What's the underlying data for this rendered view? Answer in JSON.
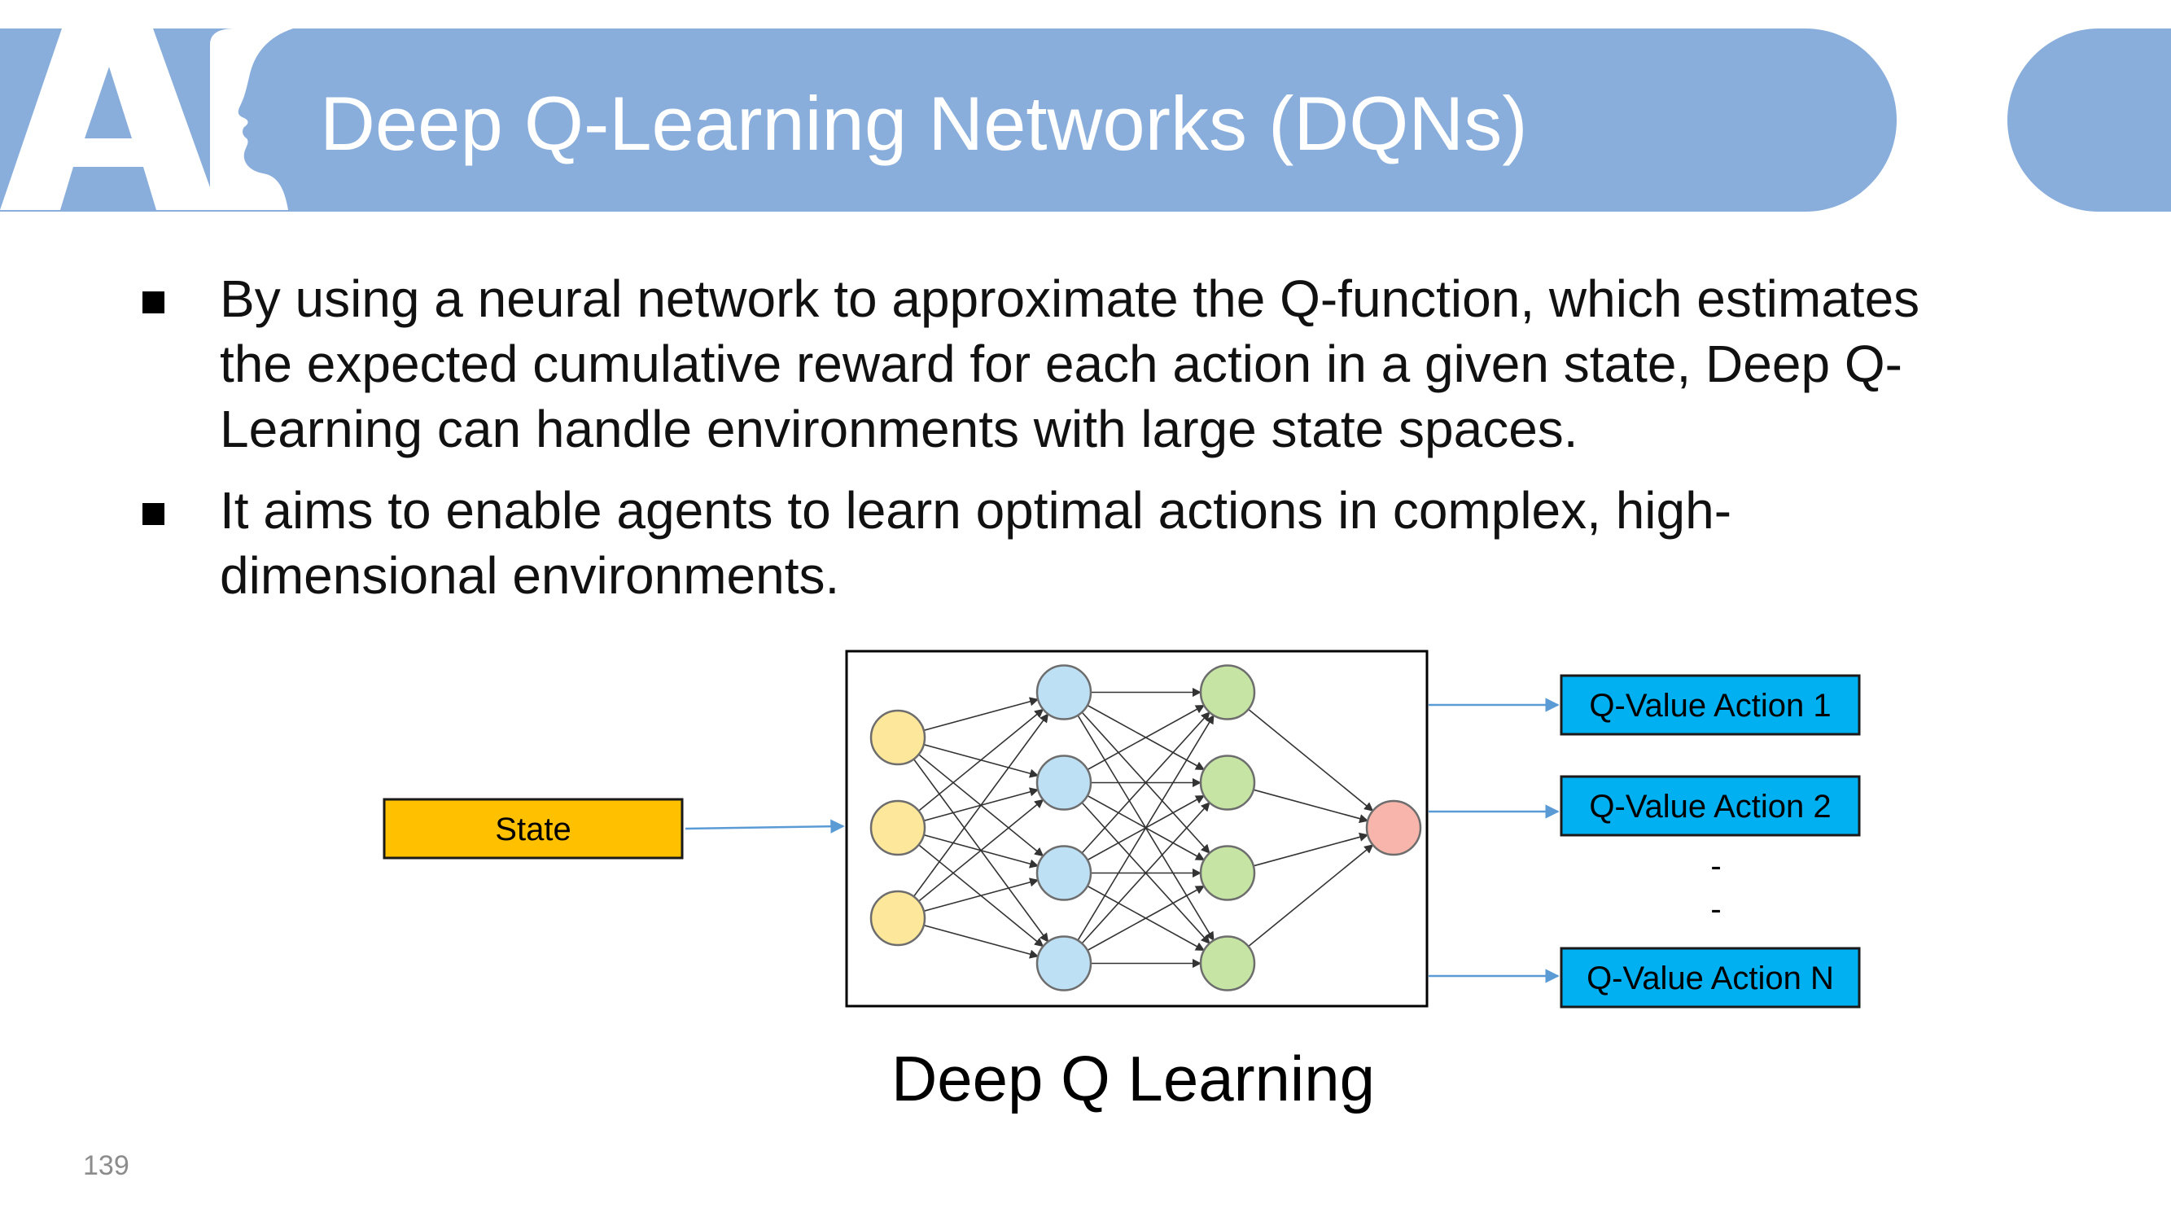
{
  "slide": {
    "title": "Deep Q-Learning Networks (DQNs)",
    "logo_text": "AI",
    "page_number": "139",
    "accent_color": "#8aaedb"
  },
  "bullets": [
    {
      "text": "By using a neural network to approximate the Q-function, which estimates\nthe expected cumulative reward for each action in a given state, Deep Q-\nLearning can handle environments with large state spaces."
    },
    {
      "text": "It aims to enable agents to learn optimal actions in complex, high-\ndimensional environments."
    }
  ],
  "diagram": {
    "caption": "Deep Q Learning",
    "input_label": "State",
    "outputs": [
      "Q-Value Action 1",
      "Q-Value Action 2",
      "Q-Value Action N"
    ],
    "ellipsis": [
      "-",
      "-"
    ],
    "colors": {
      "state_box": "#ffc000",
      "output_box": "#00b0f0",
      "input_nodes": "#fde79a",
      "hidden_layer_1": "#bde0f5",
      "hidden_layer_2": "#c6e5a4",
      "output_node": "#f7b5ab",
      "arrow": "#5b9bd5"
    },
    "network": {
      "layer_sizes": [
        3,
        4,
        4,
        1
      ]
    }
  }
}
